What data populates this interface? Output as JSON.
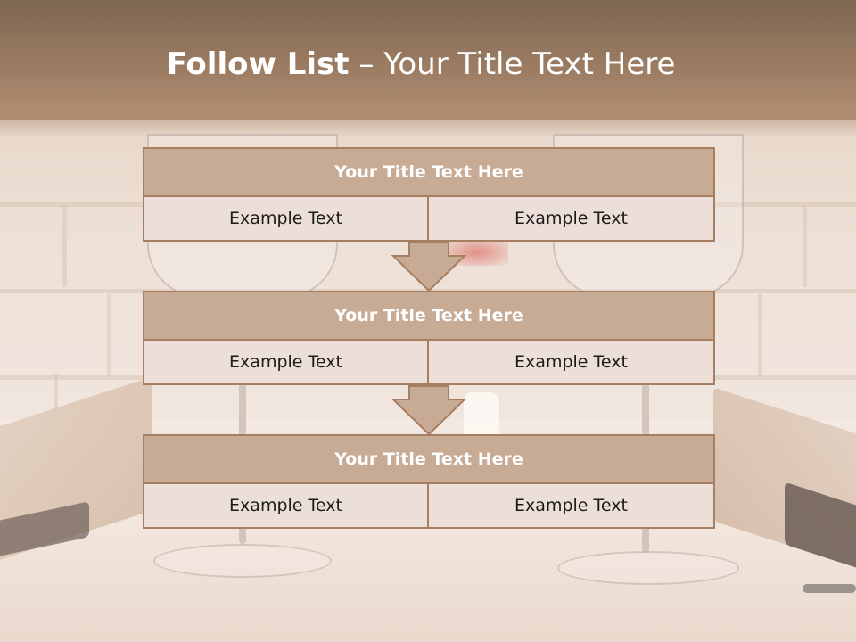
{
  "title": {
    "bold_part": "Follow List",
    "dash_part": " – Your Title Text Here"
  },
  "cards": [
    {
      "title": "Your Title Text Here",
      "cells": [
        "Example Text",
        "Example Text"
      ]
    },
    {
      "title": "Your Title Text Here",
      "cells": [
        "Example Text",
        "Example Text"
      ]
    },
    {
      "title": "Your Title Text Here",
      "cells": [
        "Example Text",
        "Example Text"
      ]
    }
  ],
  "colors": {
    "header_fill": "#c8ab95",
    "border": "#a67f63",
    "cell_fill": "#ecdfd7",
    "arrow_fill": "#c8ab95"
  },
  "icons": [
    "down-arrow-icon",
    "down-arrow-icon"
  ]
}
